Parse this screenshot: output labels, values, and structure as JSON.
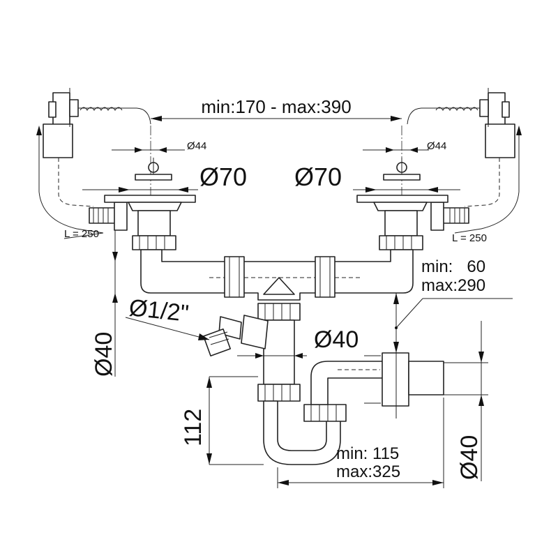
{
  "dimensions": {
    "overflow_span": "min:170 - max:390",
    "overflow_left_diameter": "Ø44",
    "overflow_right_diameter": "Ø44",
    "strainer_left_diameter": "Ø70",
    "strainer_right_diameter": "Ø70",
    "hose_left_length": "L = 250",
    "hose_right_length": "L = 250",
    "tee_offset_min": "min:   60",
    "tee_offset_max": "max:290",
    "appliance_inlet": "Ø1/2\"",
    "left_pipe_diameter": "Ø40",
    "tailpiece_diameter": "Ø40",
    "trap_height": "112",
    "outlet_reach_min": "min: 115",
    "outlet_reach_max": "max:325",
    "outlet_diameter": "Ø40"
  },
  "colors": {
    "line": "#222222",
    "background": "#ffffff"
  }
}
